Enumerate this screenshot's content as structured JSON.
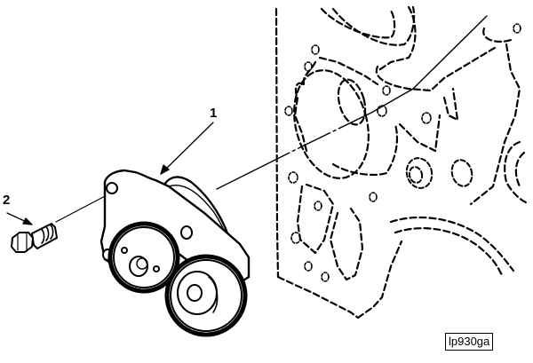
{
  "diagram": {
    "type": "exploded-assembly-line-drawing",
    "callouts": [
      {
        "number": "1",
        "points_to": "oil pump assembly"
      },
      {
        "number": "2",
        "points_to": "mounting capscrew"
      }
    ],
    "figure_id": "lp930ga",
    "line_color": "#000000",
    "background": "#ffffff"
  }
}
